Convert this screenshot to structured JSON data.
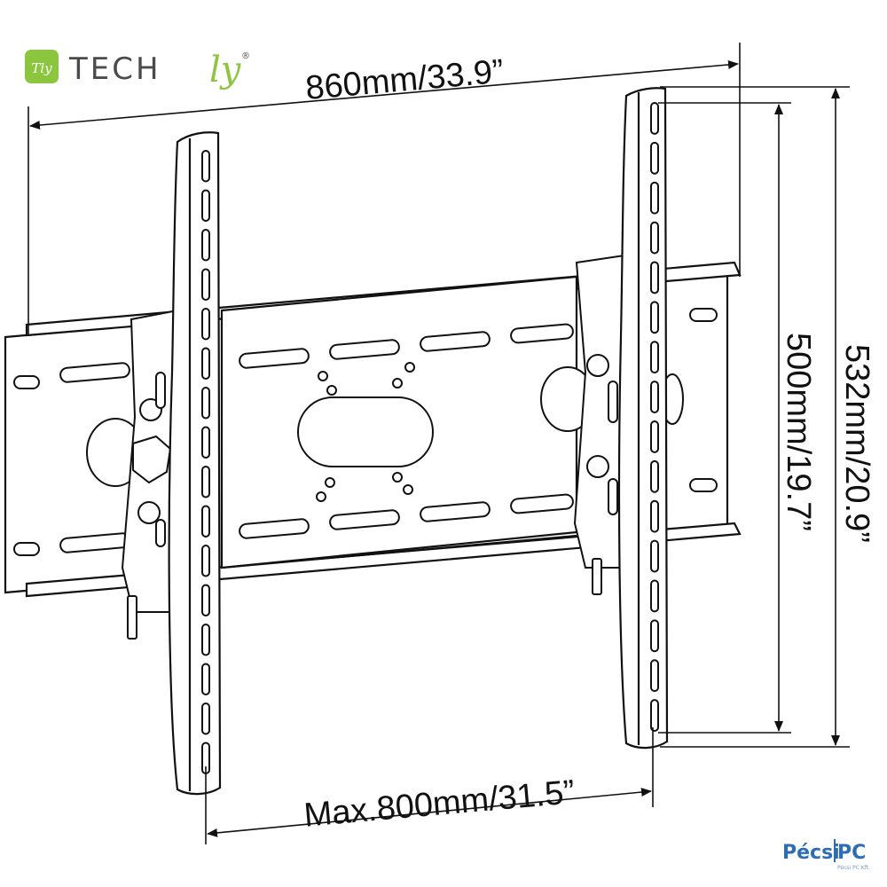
{
  "brand": {
    "logo_name": "TECH",
    "logo_accent": "ly",
    "logo_badge": "Tly",
    "registered_mark": "®",
    "accent_color": "#8cc63f",
    "text_color": "#4b4b4b"
  },
  "dimensions": {
    "overall_width": "860mm/33.9”",
    "overall_height": "532mm/20.9”",
    "rail_height": "500mm/19.7”",
    "max_spacing": "Max.800mm/31.5”"
  },
  "watermark": {
    "name_left": "Pécsi",
    "name_right": "PC",
    "tagline": "Pécsi PC Kft.",
    "color": "#2f6db3"
  }
}
